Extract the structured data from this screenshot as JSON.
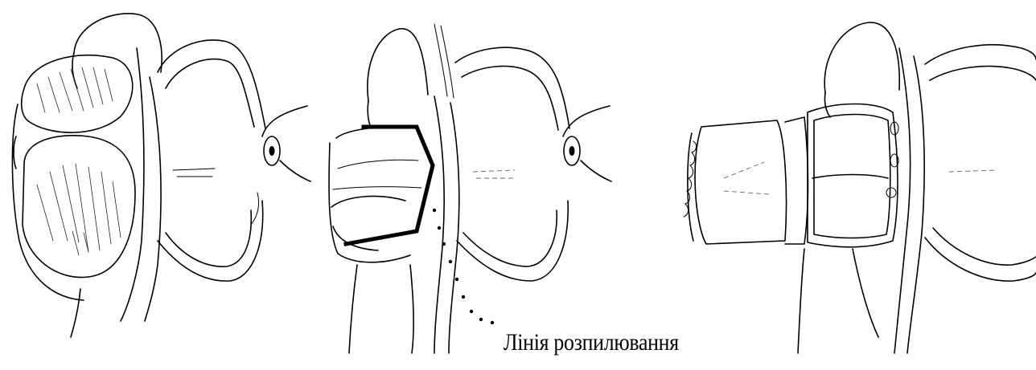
{
  "caption": "Лінія розпилювання",
  "colors": {
    "ink": "#000000",
    "background": "#ffffff"
  },
  "panels": [
    {
      "name": "left-panel"
    },
    {
      "name": "middle-panel"
    },
    {
      "name": "right-panel"
    }
  ]
}
